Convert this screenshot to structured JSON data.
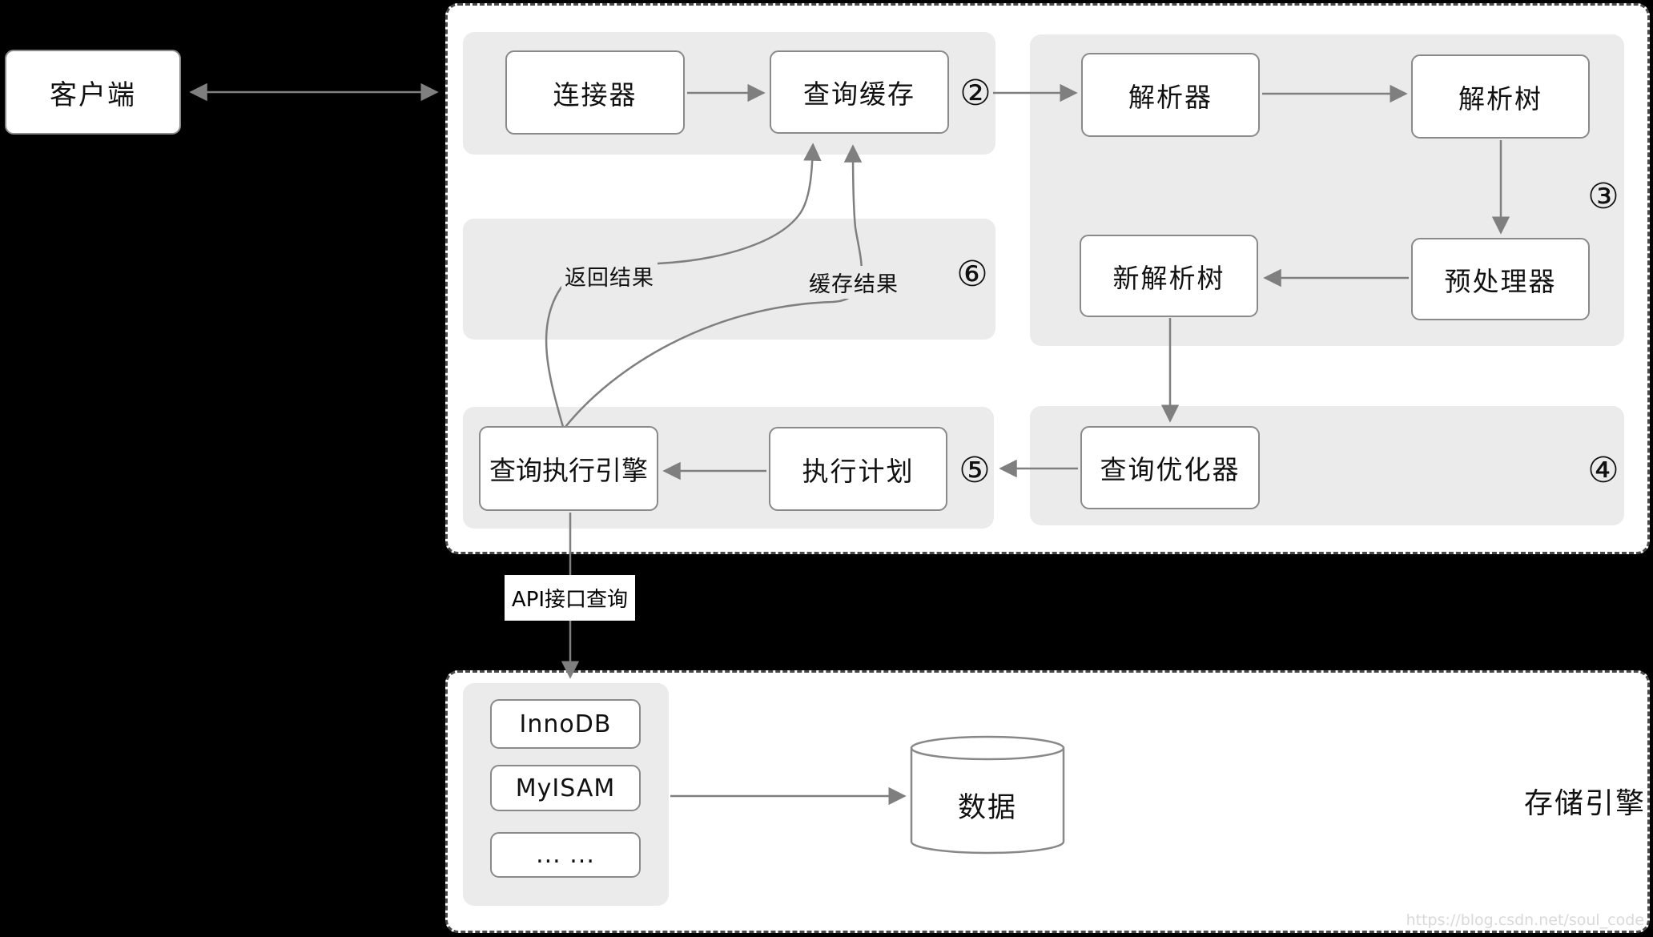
{
  "colors": {
    "background": "#000000",
    "container_fill": "#ffffff",
    "container_border": "#4a4a4a",
    "panel_fill": "#ebebeb",
    "node_border": "#8a8a8a",
    "arrow": "#7f7f7f",
    "text": "#111111",
    "watermark": "#d9d9d9"
  },
  "client": {
    "label": "客户端"
  },
  "server": {
    "nodes": {
      "connector": "连接器",
      "query_cache": "查询缓存",
      "parser": "解析器",
      "parse_tree": "解析树",
      "preprocessor": "预处理器",
      "new_parse_tree": "新解析树",
      "query_optimizer": "查询优化器",
      "execution_plan": "执行计划",
      "query_execution_engine": "查询执行引擎"
    },
    "steps": {
      "step2": "②",
      "step3": "③",
      "step4": "④",
      "step5": "⑤",
      "step6": "⑥"
    },
    "flow_labels": {
      "return_result": "返回结果",
      "cache_result": "缓存结果"
    }
  },
  "api_label": "API接口查询",
  "storage": {
    "title": "存储引擎",
    "engines": [
      "InnoDB",
      "MyISAM",
      "... ..."
    ],
    "data_store": "数据",
    "watermark": "https://blog.csdn.net/soul_code"
  }
}
